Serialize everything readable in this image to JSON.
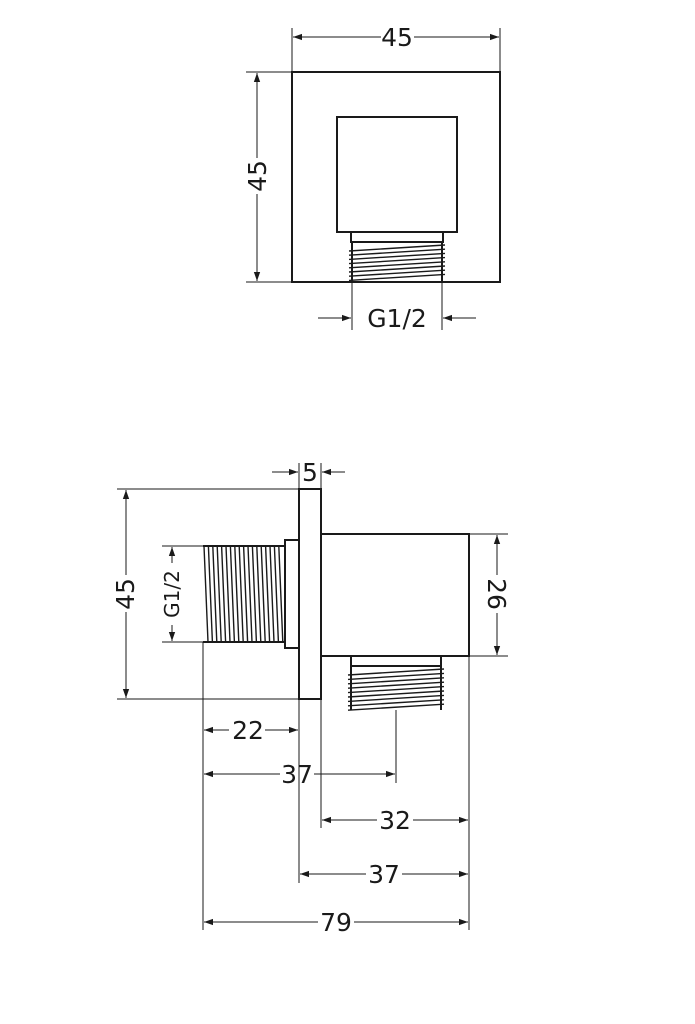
{
  "dimensions": {
    "front_width": "45",
    "front_height": "45",
    "front_thread": "G1/2",
    "side_plate_thickness": "5",
    "side_height": "45",
    "side_thread": "G1/2",
    "side_body_height": "26",
    "side_thread_length": "22",
    "side_outlet_position": "37",
    "side_body_depth": "32",
    "side_plate_to_body_end": "37",
    "side_total_length": "79"
  }
}
